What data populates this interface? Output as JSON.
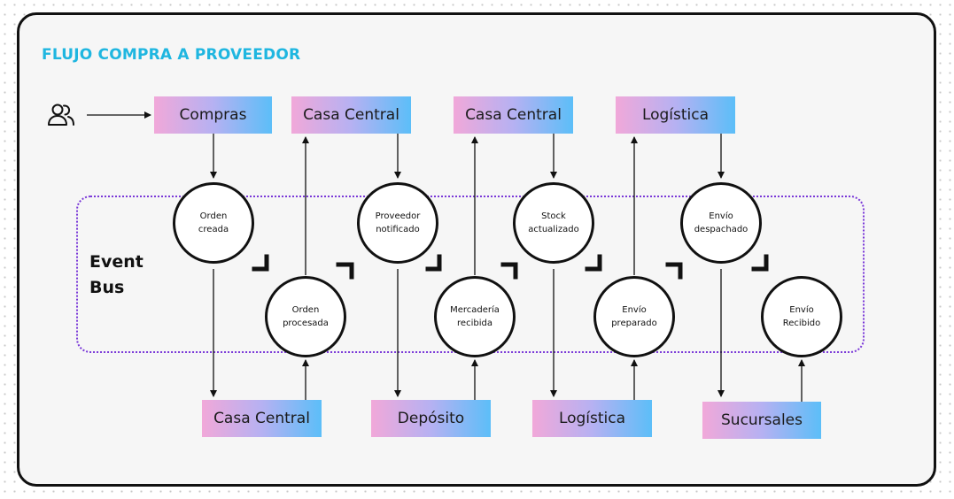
{
  "title": "FLUJO COMPRA A PROVEEDOR",
  "event_bus_label": "Event\nBus",
  "top_boxes": [
    {
      "label": "Compras"
    },
    {
      "label": "Casa Central"
    },
    {
      "label": "Casa Central"
    },
    {
      "label": "Logística"
    }
  ],
  "bottom_boxes": [
    {
      "label": "Casa Central"
    },
    {
      "label": "Depósito"
    },
    {
      "label": "Logística"
    },
    {
      "label": "Sucursales"
    }
  ],
  "events": [
    {
      "label": "Orden\ncreada"
    },
    {
      "label": "Orden\nprocesada"
    },
    {
      "label": "Proveedor\nnotificado"
    },
    {
      "label": "Mercadería\nrecibida"
    },
    {
      "label": "Stock\nactualizado"
    },
    {
      "label": "Envío\npreparado"
    },
    {
      "label": "Envío\ndespachado"
    },
    {
      "label": "Envío\nRecibido"
    }
  ],
  "actor_icon": "users-icon",
  "colors": {
    "title": "#1fb6e0",
    "bus_border": "#7a38d8",
    "gradient_start": "#f1a8d9",
    "gradient_end": "#5cbef8"
  }
}
